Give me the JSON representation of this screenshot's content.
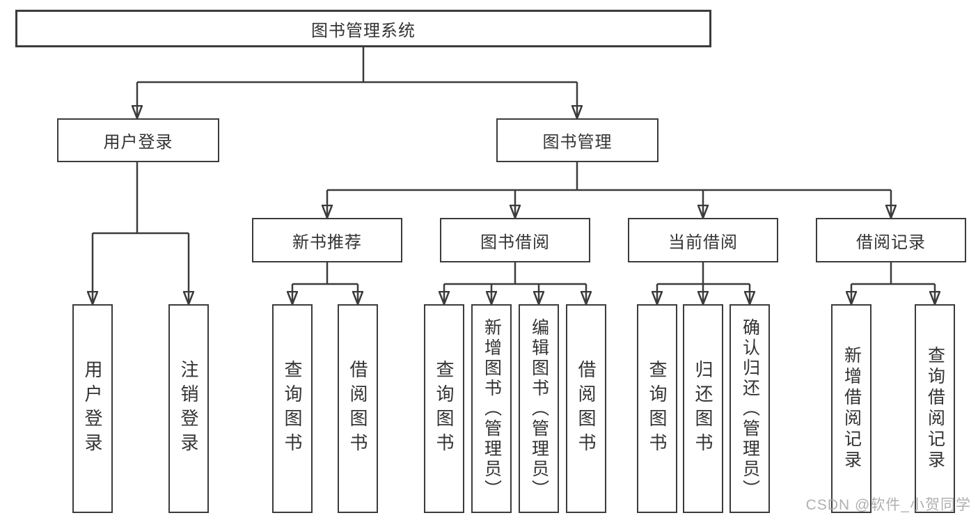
{
  "colors": {
    "line": "#3b3b3b",
    "text": "#333333",
    "bg": "#ffffff",
    "watermark": "#a8a8a8"
  },
  "tree": {
    "label": "图书管理系统",
    "children": [
      {
        "label": "用户登录",
        "children": [
          {
            "label": "用户登录"
          },
          {
            "label": "注销登录"
          }
        ]
      },
      {
        "label": "图书管理",
        "children": [
          {
            "label": "新书推荐",
            "children": [
              {
                "label": "查询图书"
              },
              {
                "label": "借阅图书"
              }
            ]
          },
          {
            "label": "图书借阅",
            "children": [
              {
                "label": "查询图书"
              },
              {
                "label": "新增图书（管理员）"
              },
              {
                "label": "编辑图书（管理员）"
              },
              {
                "label": "借阅图书"
              }
            ]
          },
          {
            "label": "当前借阅",
            "children": [
              {
                "label": "查询图书"
              },
              {
                "label": "归还图书"
              },
              {
                "label": "确认归还（管理员）"
              }
            ]
          },
          {
            "label": "借阅记录",
            "children": [
              {
                "label": "新增借阅记录"
              },
              {
                "label": "查询借阅记录"
              }
            ]
          }
        ]
      }
    ]
  },
  "watermark": {
    "text": "CSDN @软件_小贺同学"
  }
}
